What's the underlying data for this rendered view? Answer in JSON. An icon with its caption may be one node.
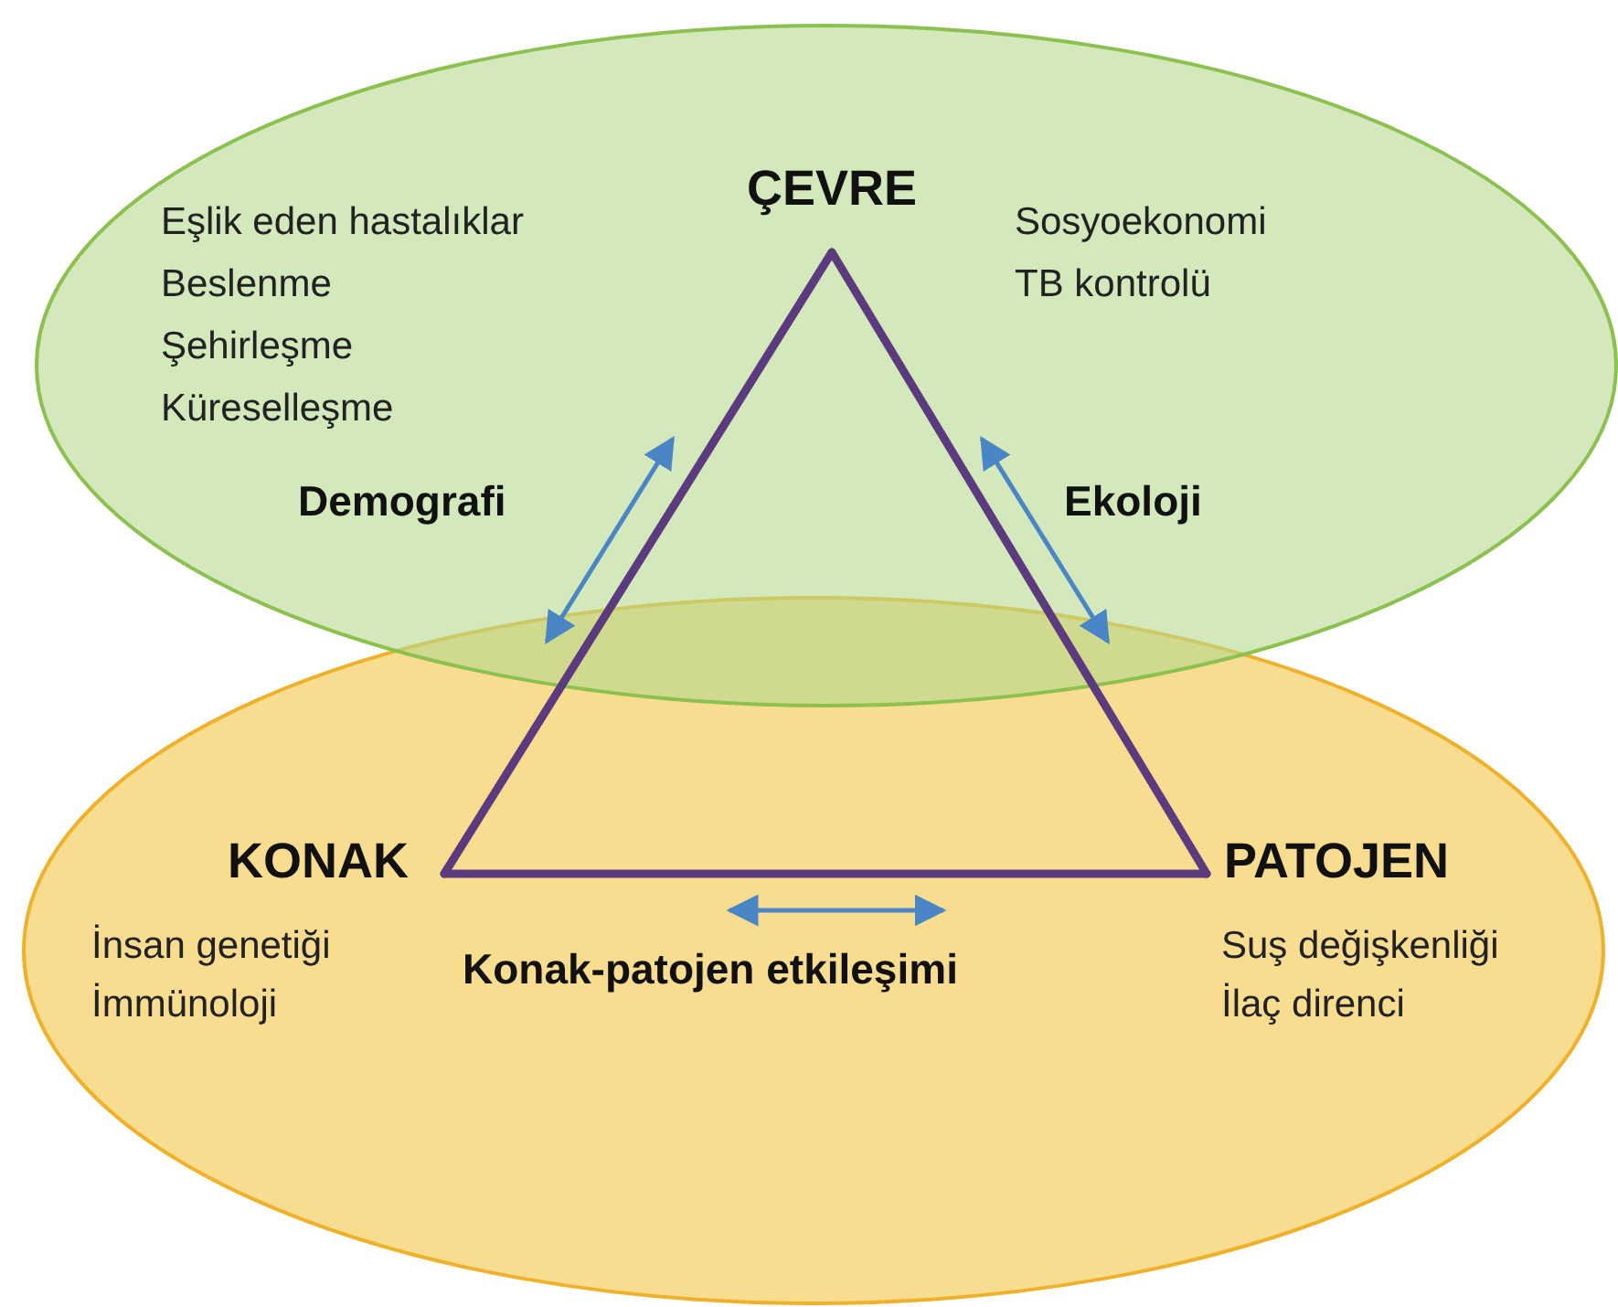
{
  "diagram": {
    "nodes": [
      {
        "text": [
          "ÇEVRE"
        ]
      },
      {
        "text": [
          "KONAK"
        ]
      },
      {
        "text": [
          "PATOJEN"
        ]
      }
    ],
    "edges": [
      {
        "from": 0,
        "to": 1,
        "arrow": "none"
      },
      {
        "from": 1,
        "to": 2,
        "arrow": "none"
      },
      {
        "from": 2,
        "to": 0,
        "arrow": "none"
      }
    ],
    "labels": [
      "Eşlik eden hastalıklar",
      "Beslenme",
      "Şehirleşme",
      "Küreselleşme",
      "Sosyoekonomi",
      "TB kontrolü",
      "Demografi",
      "Ekoloji",
      "İnsan genetiği",
      "İmmünoloji",
      "Konak-patojen etkileşimi",
      "Suş değişkenliği",
      "İlaç direnci"
    ]
  }
}
